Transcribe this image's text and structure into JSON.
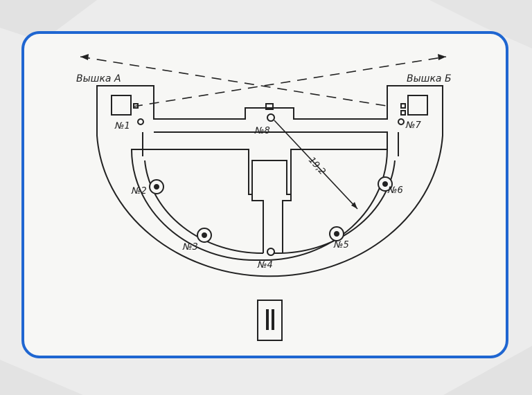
{
  "diagram": {
    "tower_a_label": "Вышка А",
    "tower_b_label": "Вышка Б",
    "distance_label": "19,2",
    "posts": [
      {
        "id": "p1",
        "label": "№1"
      },
      {
        "id": "p2",
        "label": "№2"
      },
      {
        "id": "p3",
        "label": "№3"
      },
      {
        "id": "p4",
        "label": "№4"
      },
      {
        "id": "p5",
        "label": "№5"
      },
      {
        "id": "p6",
        "label": "№6"
      },
      {
        "id": "p7",
        "label": "№7"
      },
      {
        "id": "p8",
        "label": "№8"
      }
    ],
    "sign_symbol": "II"
  },
  "colors": {
    "frame_border": "#1f66d1",
    "ink": "#222222",
    "paper": "#f7f7f5"
  }
}
